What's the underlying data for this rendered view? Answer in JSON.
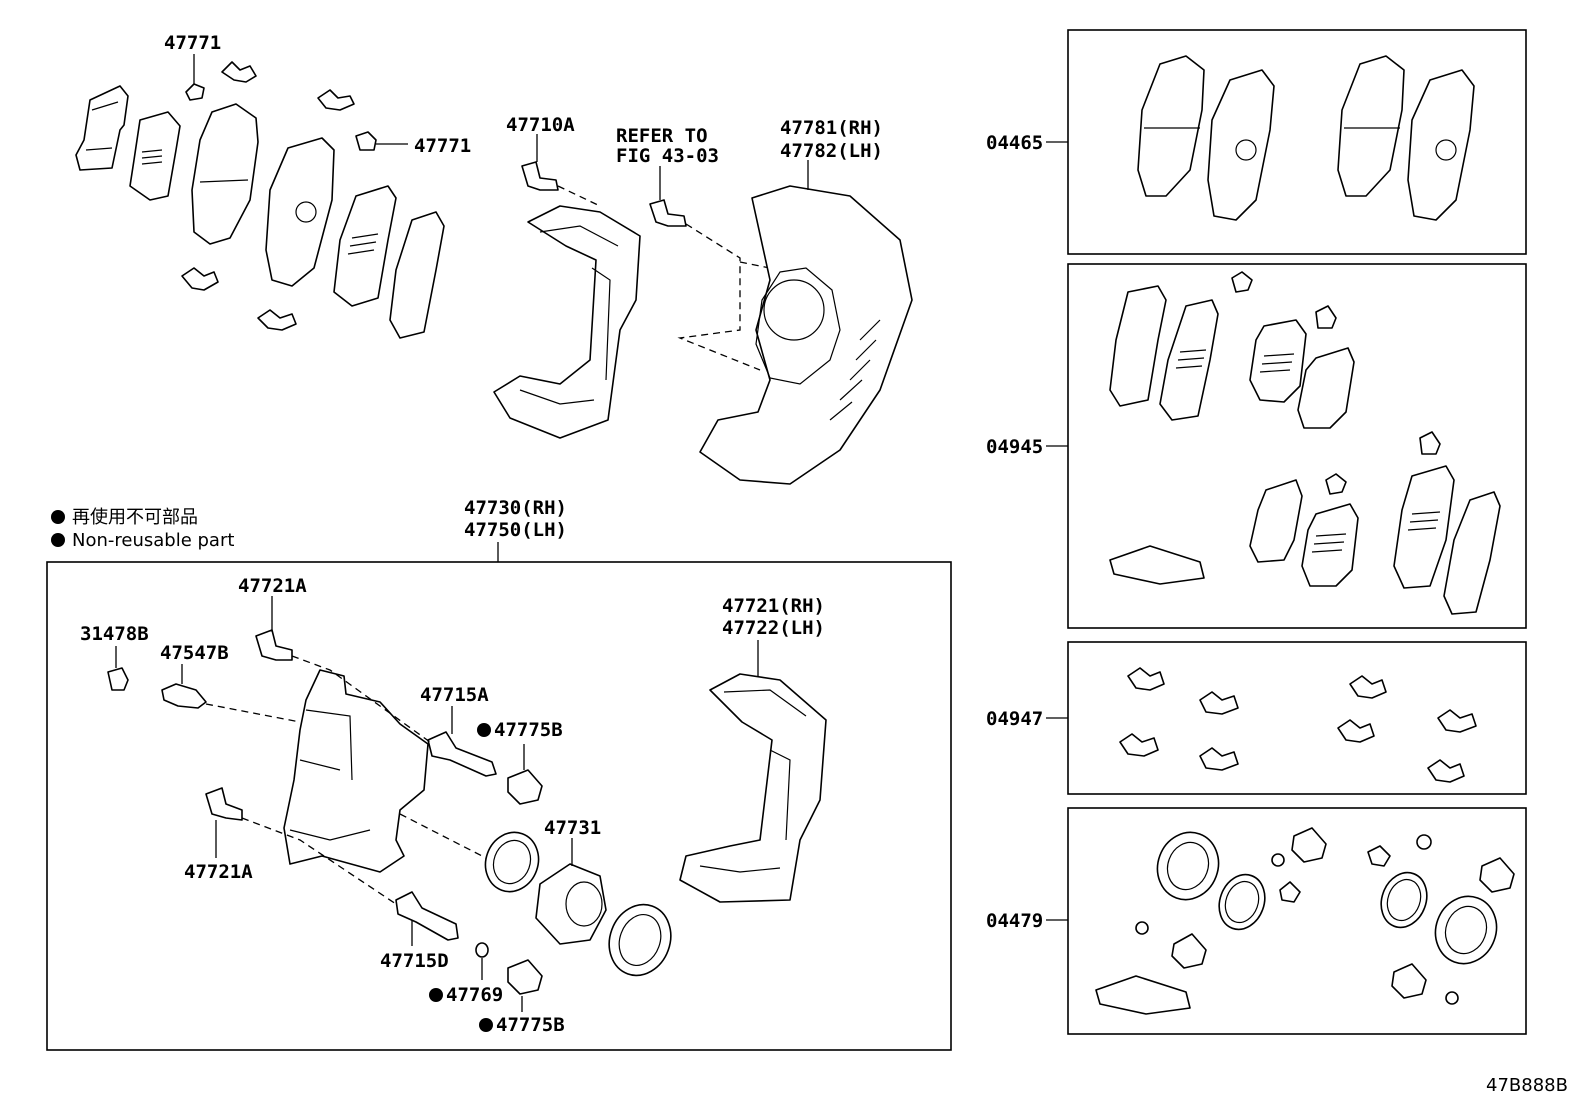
{
  "legend": {
    "line1": "再使用不可部品",
    "line2": "Non-reusable part"
  },
  "labels": {
    "p47771a": "47771",
    "p47771b": "47771",
    "p47710A": "47710A",
    "refer_l1": "REFER TO",
    "refer_l2": "FIG 43-03",
    "p47781": "47781(RH)",
    "p47782": "47782(LH)",
    "p47730": "47730(RH)",
    "p47750": "47750(LH)",
    "p47721A_top": "47721A",
    "p31478B": "31478B",
    "p47547B": "47547B",
    "p47715A": "47715A",
    "p47775B_top": "47775B",
    "p47731": "47731",
    "p47721": "47721(RH)",
    "p47722": "47722(LH)",
    "p47721A_bot": "47721A",
    "p47715D": "47715D",
    "p47769": "47769",
    "p47775B_bot": "47775B",
    "k04465": "04465",
    "k04945": "04945",
    "k04947": "04947",
    "k04479": "04479",
    "code": "47B888B"
  }
}
